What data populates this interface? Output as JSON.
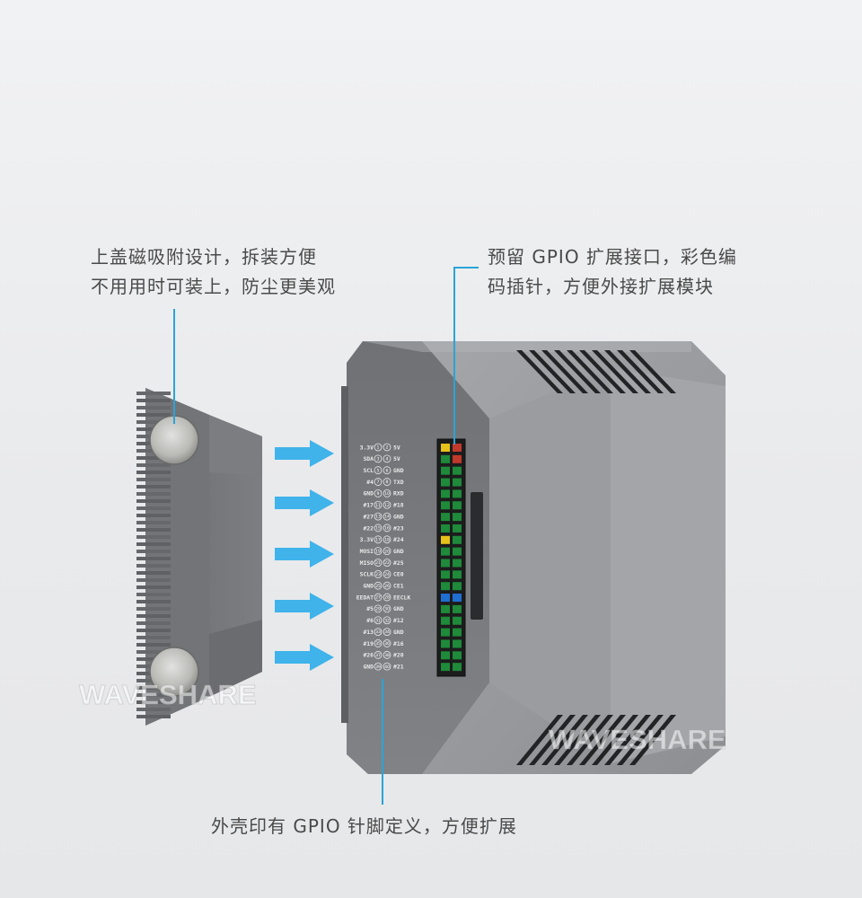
{
  "captions": {
    "lid": {
      "line1": "上盖磁吸附设计，拆装方便",
      "line2": "不用用时可装上，防尘更美观"
    },
    "gpio": {
      "line1": "预留 GPIO 扩展接口，彩色编",
      "line2": "码插针，方便外接扩展模块"
    },
    "shell": {
      "line1": "外壳印有 GPIO 针脚定义，方便扩展"
    }
  },
  "watermark": "WAVESHARE",
  "gpio_pins": {
    "left": [
      "3.3V",
      "SDA",
      "SCL",
      "#4",
      "GND",
      "#17",
      "#27",
      "#22",
      "3.3V",
      "MOSI",
      "MISO",
      "SCLK",
      "GND",
      "EEDAT",
      "#5",
      "#6",
      "#13",
      "#19",
      "#26",
      "GND"
    ],
    "right": [
      "5V",
      "5V",
      "GND",
      "TXD",
      "RXD",
      "#18",
      "GND",
      "#23",
      "#24",
      "GND",
      "#25",
      "CE0",
      "CE1",
      "EECLK",
      "GND",
      "#12",
      "GND",
      "#16",
      "#20",
      "#21"
    ]
  },
  "colors": {
    "accent_line": "#2aa4d8",
    "arrow": "#3fb3ea",
    "pin_green": "#1e8a3a",
    "pin_yellow": "#e6c21a",
    "pin_red": "#c0392b",
    "pin_blue": "#1f6fd1"
  }
}
